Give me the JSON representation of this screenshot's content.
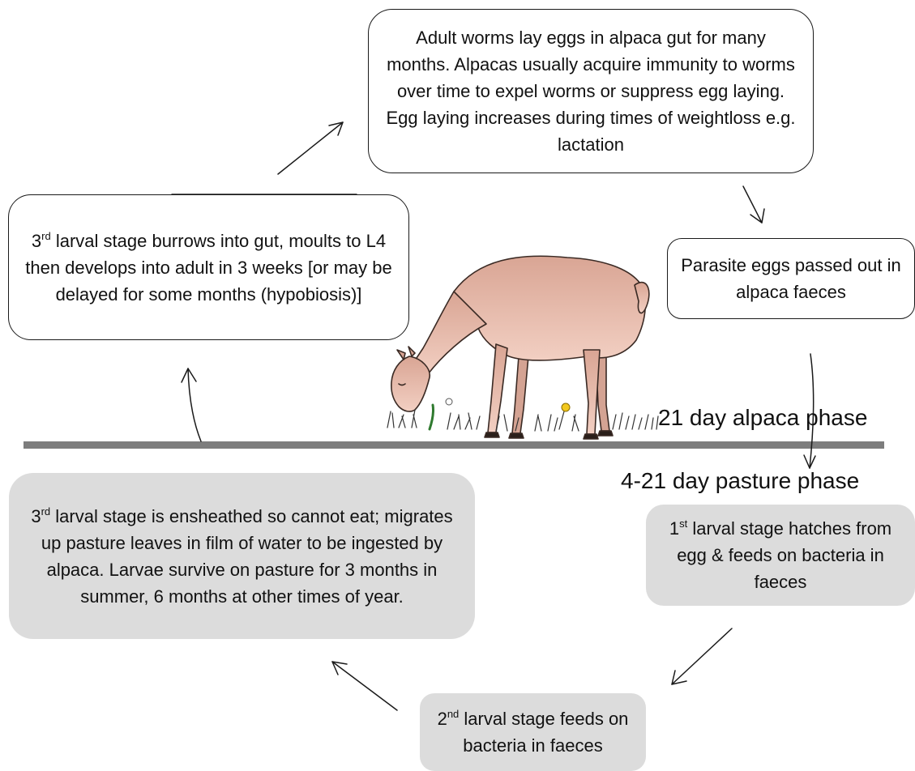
{
  "stages": {
    "adult": {
      "text": "Adult worms lay eggs in alpaca gut for many months. Alpacas usually acquire immunity to worms over time to expel worms or suppress egg laying. Egg laying increases during times of weightloss e.g. lactation"
    },
    "eggs": {
      "text": "Parasite eggs passed out in alpaca faeces"
    },
    "l3_gut": {
      "num": "3",
      "sup": "rd",
      "text": " larval stage burrows into gut, moults to L4 then develops into adult in 3 weeks [or may be delayed for some months (hypobiosis)]"
    },
    "l1": {
      "num": "1",
      "sup": "st",
      "text": " larval stage hatches from egg & feeds on bacteria in faeces"
    },
    "l2": {
      "num": "2",
      "sup": "nd",
      "text": " larval stage feeds on bacteria in faeces"
    },
    "l3_pasture": {
      "num": "3",
      "sup": "rd",
      "text": " larval stage is ensheathed so cannot eat; migrates up pasture leaves in film of water to be ingested by alpaca. Larvae survive on pasture for 3 months in summer, 6 months at other times of year."
    }
  },
  "phases": {
    "alpaca": "21 day alpaca phase",
    "pasture": "4-21 day pasture phase"
  },
  "colors": {
    "alpaca_body": "#e7b9a9",
    "ground_line": "#7d7d7d",
    "grey_box": "#dcdcdc",
    "flower": "#f2c81e",
    "grass_leaf": "#4aa64a"
  }
}
